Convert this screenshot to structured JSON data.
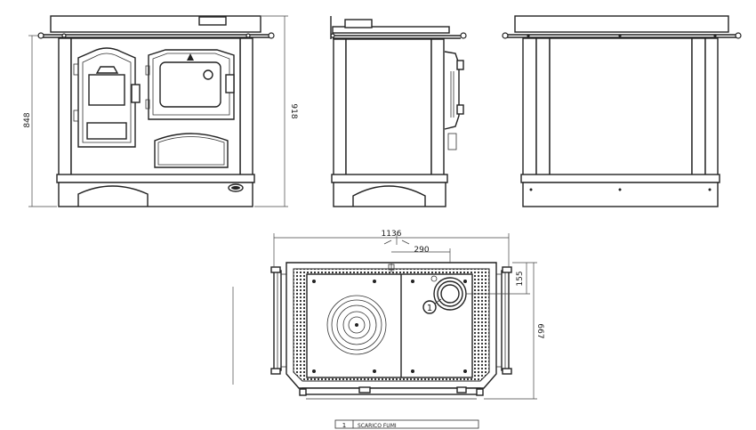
{
  "dimensions": {
    "height_front": "848",
    "height_total": "918",
    "width_total": "1136",
    "flue_offset_x": "290",
    "flue_offset_y": "155",
    "depth": "667"
  },
  "callout_number": "1",
  "legend": {
    "number": "1",
    "text": "SCARICO FUMI"
  }
}
